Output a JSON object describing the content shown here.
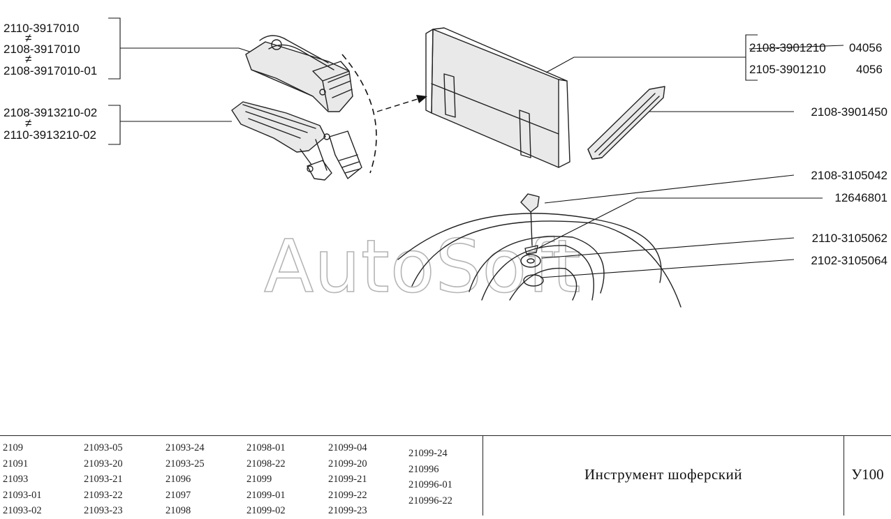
{
  "watermark": "AutoSoft",
  "labels": {
    "jack_a_1": "2110-3917010",
    "jack_a_2": "2108-3917010",
    "jack_a_3": "2108-3917010-01",
    "jack_b_1": "2108-3913210-02",
    "jack_b_2": "2110-3913210-02",
    "bag_1": "2108-3901210",
    "bag_1_alt": "04056",
    "bag_2": "2105-3901210",
    "bag_2_alt": "4056",
    "wrench": "2108-3901450",
    "handle": "2108-3105042",
    "bolt": "12646801",
    "washer": "2110-3105062",
    "bushing": "2102-3105064",
    "not_equal": "≠"
  },
  "models": [
    [
      "2109",
      "21091",
      "21093",
      "21093-01",
      "21093-02"
    ],
    [
      "21093-05",
      "21093-20",
      "21093-21",
      "21093-22",
      "21093-23"
    ],
    [
      "21093-24",
      "21093-25",
      "21096",
      "21097",
      "21098"
    ],
    [
      "21098-01",
      "21098-22",
      "21099",
      "21099-01",
      "21099-02"
    ],
    [
      "21099-04",
      "21099-20",
      "21099-21",
      "21099-22",
      "21099-23"
    ],
    [
      "21099-24",
      "210996",
      "210996-01",
      "210996-22"
    ]
  ],
  "title": "Инструмент шоферский",
  "code": "У100"
}
